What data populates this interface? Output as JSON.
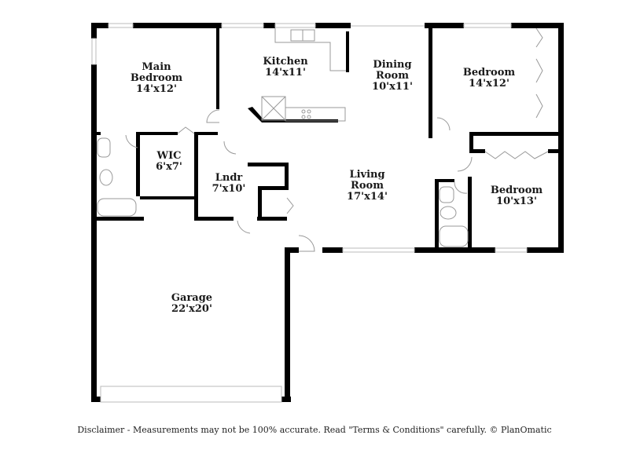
{
  "rooms": {
    "main_bedroom": {
      "name_line1": "Main",
      "name_line2": "Bedroom",
      "size": "14'x12'"
    },
    "kitchen": {
      "name": "Kitchen",
      "size": "14'x11'"
    },
    "dining_room": {
      "name_line1": "Dining",
      "name_line2": "Room",
      "size": "10'x11'"
    },
    "bedroom_2": {
      "name": "Bedroom",
      "size": "14'x12'"
    },
    "wic": {
      "name": "WIC",
      "size": "6'x7'"
    },
    "laundry": {
      "name": "Lndr",
      "size": "7'x10'"
    },
    "living_room": {
      "name_line1": "Living",
      "name_line2": "Room",
      "size": "17'x14'"
    },
    "bedroom_3": {
      "name": "Bedroom",
      "size": "10'x13'"
    },
    "garage": {
      "name": "Garage",
      "size": "22'x20'"
    }
  },
  "colors": {
    "wall": "#000000",
    "window": "#cccccc",
    "fixture": "#999999",
    "background": "#ffffff"
  },
  "footer": {
    "disclaimer": "Disclaimer - Measurements may not be 100% accurate. Read \"Terms & Conditions\" carefully. © PlanOmatic"
  }
}
